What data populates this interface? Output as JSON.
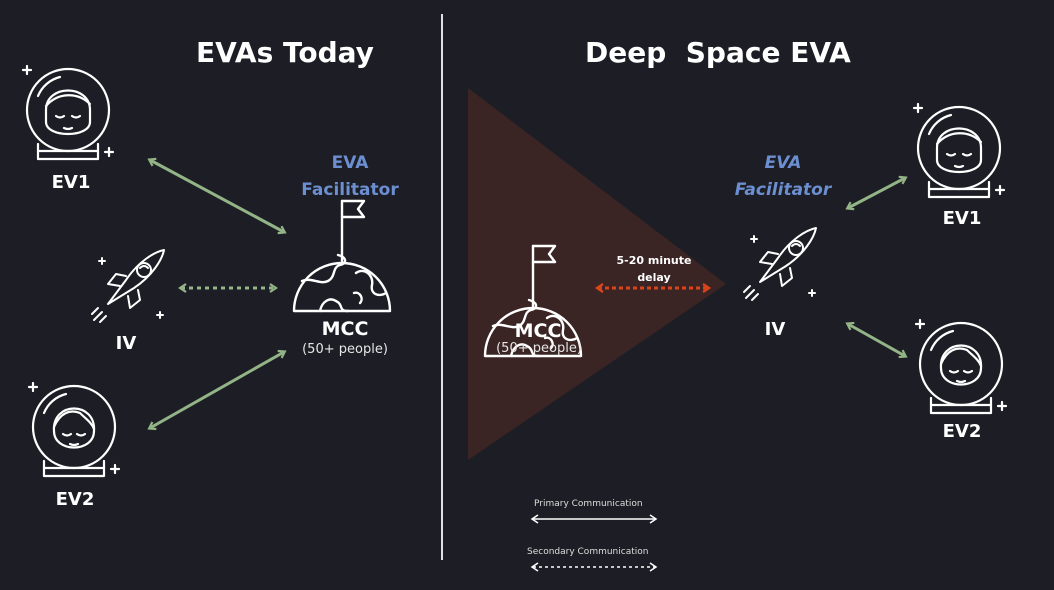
{
  "left": {
    "title": "EVAs Today",
    "ev1": "EV1",
    "iv": "IV",
    "ev2": "EV2",
    "facilitator_line1": "EVA",
    "facilitator_line2": "Facilitator",
    "mcc": "MCC",
    "mcc_sub": "(50+ people)"
  },
  "right": {
    "title": "Deep  Space EVA",
    "mcc": "MCC",
    "mcc_sub": "(50+ people)",
    "delay_line1": "5-20 minute",
    "delay_line2": "delay",
    "facilitator_line1": "EVA",
    "facilitator_line2": "Facilitator",
    "iv": "IV",
    "ev1": "EV1",
    "ev2": "EV2"
  },
  "legend": {
    "primary": "Primary Communication",
    "secondary": "Secondary Communication"
  },
  "colors": {
    "background": "#1d1e25",
    "primary_arrow": "#93b486",
    "secondary_arrow": "#93b486",
    "delay_arrow": "#d9441c",
    "facilitator": "#6c8fd1",
    "delay_cone": "#3b2424"
  }
}
